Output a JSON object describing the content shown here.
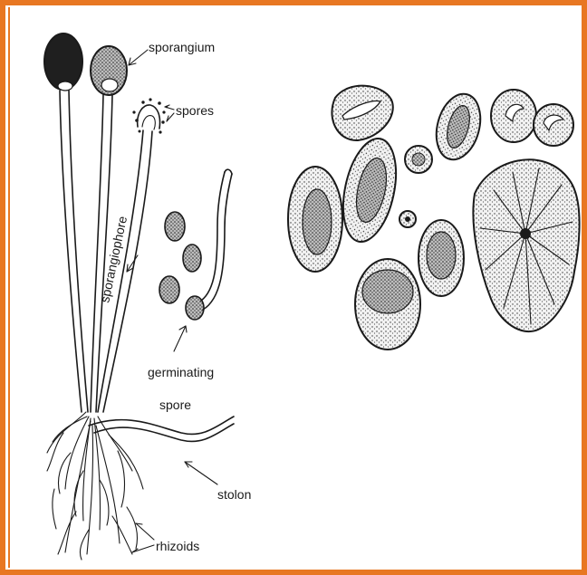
{
  "diagram": {
    "labels": {
      "sporangium": "sporangium",
      "spores": "spores",
      "sporangiophore": "sporangiophore",
      "germinating_line1": "germinating",
      "germinating_line2": "spore",
      "stolon": "stolon",
      "rhizoids": "rhizoids"
    },
    "colors": {
      "frame": "#e87722",
      "ink": "#1a1a1a",
      "stipple_fill": "#d8d8d8",
      "dark_fill": "#222222"
    }
  }
}
